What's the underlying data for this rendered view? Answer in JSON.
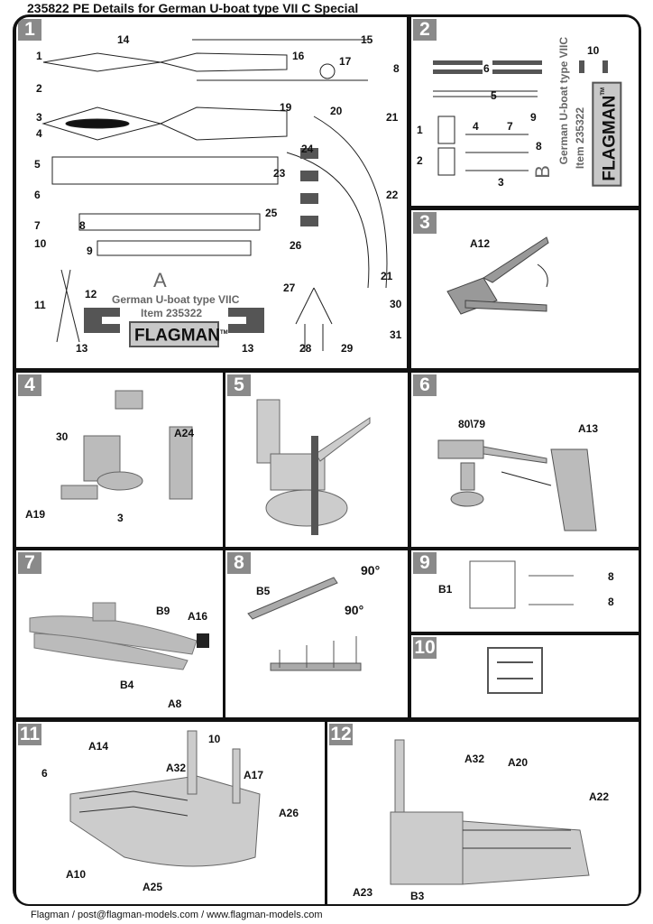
{
  "title": "235822 PE Details for German U-boat type VII C Special",
  "footer": "Flagman / post@flagman-models.com / www.flagman-models.com",
  "sheet_a": {
    "letter": "A",
    "name": "German U-boat type VIIC",
    "item": "Item  235322",
    "brand": "FLAGMAN",
    "tm": "TM"
  },
  "sheet_b": {
    "letter": "B",
    "name": "German U-boat type VIIC",
    "item": "Item  235322",
    "brand": "FLAGMAN",
    "tm": "TM"
  },
  "panels": {
    "p1": {
      "num": "1",
      "labels": [
        "1",
        "2",
        "3",
        "4",
        "5",
        "6",
        "7",
        "8",
        "9",
        "10",
        "11",
        "12",
        "13",
        "13",
        "14",
        "15",
        "16",
        "17",
        "8",
        "19",
        "20",
        "21",
        "22",
        "23",
        "24",
        "25",
        "26",
        "21",
        "27",
        "28",
        "29",
        "30",
        "31"
      ]
    },
    "p2": {
      "num": "2",
      "labels": [
        "6",
        "10",
        "5",
        "4",
        "7",
        "9",
        "1",
        "2",
        "3",
        "8"
      ]
    },
    "p3": {
      "num": "3",
      "labels": [
        "A12"
      ]
    },
    "p4": {
      "num": "4",
      "labels": [
        "30",
        "A24",
        "A19",
        "3"
      ]
    },
    "p5": {
      "num": "5"
    },
    "p6": {
      "num": "6",
      "labels": [
        "80\\79",
        "A13"
      ]
    },
    "p7": {
      "num": "7",
      "labels": [
        "B9",
        "A16",
        "B4",
        "A8"
      ]
    },
    "p8": {
      "num": "8",
      "labels": [
        "B5",
        "90°",
        "90°"
      ]
    },
    "p9": {
      "num": "9",
      "labels": [
        "B1",
        "8",
        "8"
      ]
    },
    "p10": {
      "num": "10"
    },
    "p11": {
      "num": "11",
      "labels": [
        "6",
        "A14",
        "10",
        "A32",
        "A17",
        "A26",
        "A10",
        "A25"
      ]
    },
    "p12": {
      "num": "12",
      "labels": [
        "A32",
        "A20",
        "A22",
        "A23",
        "B3"
      ]
    }
  }
}
